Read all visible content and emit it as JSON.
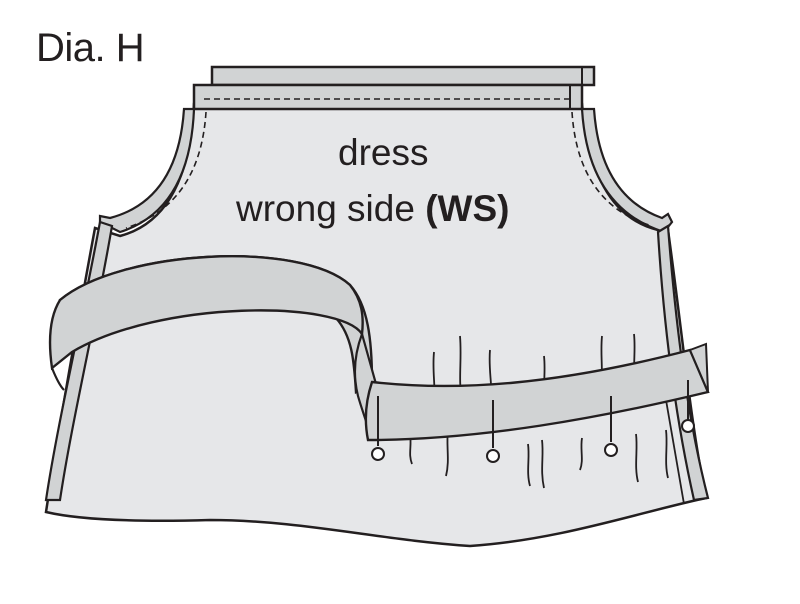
{
  "figure_label": "Dia. H",
  "caption": {
    "line1": "dress",
    "line2_prefix": "wrong side ",
    "line2_bold": "(WS)"
  },
  "colors": {
    "ink": "#231f20",
    "fabric": "#e6e7e9",
    "band": "#d1d3d4",
    "background": "#ffffff"
  },
  "pins_count": 4
}
